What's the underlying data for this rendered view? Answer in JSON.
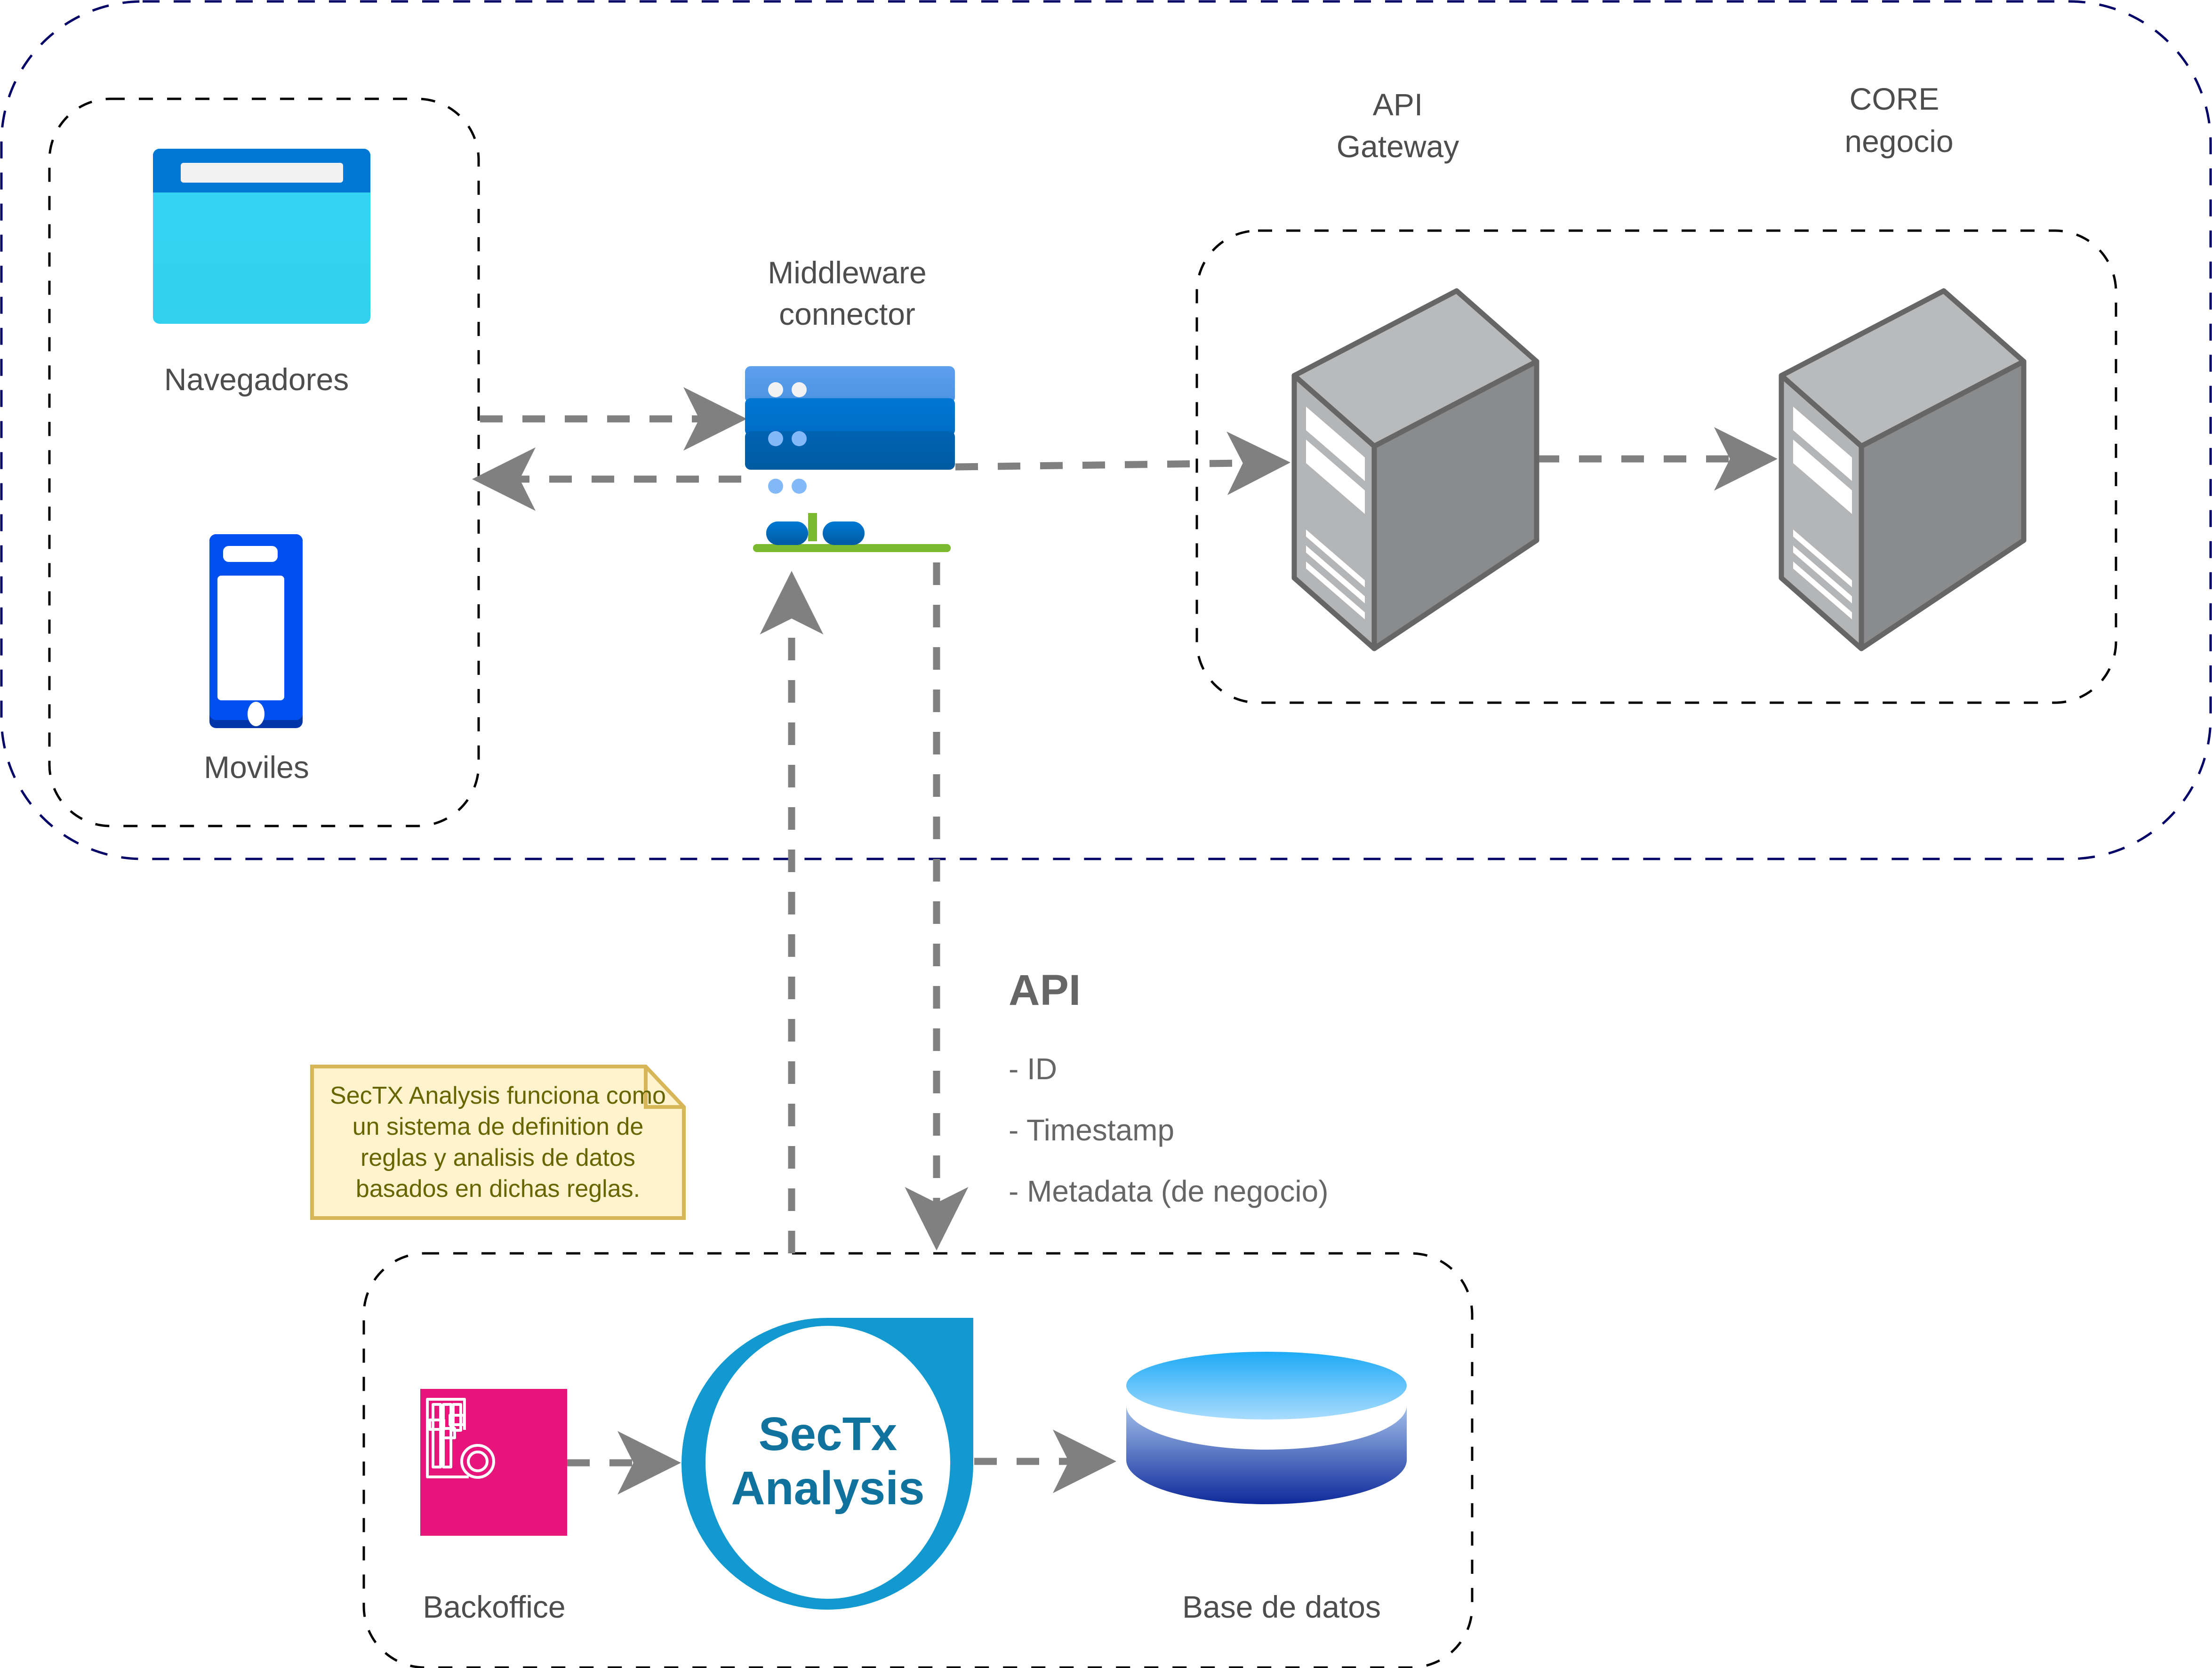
{
  "diagram": {
    "title": "SecTx Analysis architecture",
    "groups": {
      "outer_system": {
        "border_color": "#000066"
      },
      "clients": {
        "border_color": "#000000"
      },
      "backend": {
        "border_color": "#000000"
      },
      "sectx": {
        "border_color": "#000000"
      }
    },
    "nodes": {
      "browsers": {
        "label": "Navegadores",
        "icon": "browser-window-icon"
      },
      "mobiles": {
        "label": "Moviles",
        "icon": "mobile-phone-icon"
      },
      "middleware": {
        "label_line1": "Middleware",
        "label_line2": "connector",
        "icon": "server-network-icon"
      },
      "api_gateway": {
        "label_line1": "API",
        "label_line2": "Gateway",
        "icon": "server-tower-icon"
      },
      "core": {
        "label_line1": "CORE",
        "label_line2": "negocio",
        "icon": "server-tower-icon"
      },
      "backoffice": {
        "label": "Backoffice",
        "icon": "sliders-gear-icon"
      },
      "sectx": {
        "label_line1": "SecTx",
        "label_line2": "Analysis",
        "icon": "sectx-ring-icon"
      },
      "database": {
        "label": "Base de datos",
        "icon": "database-cylinder-icon"
      }
    },
    "api_box": {
      "title": "API",
      "items": [
        "- ID",
        "- Timestamp",
        "- Metadata (de negocio)"
      ]
    },
    "note": {
      "lines": [
        "SecTX Analysis funciona como",
        "un sistema de definition de",
        "reglas y analisis de datos",
        "basados en dichas reglas."
      ],
      "fill": "#fff2cc",
      "border": "#d6b656",
      "text_color": "#666600"
    },
    "edges": [
      {
        "from": "clients",
        "to": "middleware",
        "style": "dashed"
      },
      {
        "from": "middleware",
        "to": "clients",
        "style": "dashed"
      },
      {
        "from": "middleware",
        "to": "api_gateway",
        "style": "dashed"
      },
      {
        "from": "api_gateway",
        "to": "core",
        "style": "dashed"
      },
      {
        "from": "middleware",
        "to": "sectx_group",
        "style": "dashed"
      },
      {
        "from": "sectx_group",
        "to": "middleware",
        "style": "dashed"
      },
      {
        "from": "backoffice",
        "to": "sectx",
        "style": "dashed"
      },
      {
        "from": "sectx",
        "to": "database",
        "style": "dashed"
      }
    ],
    "colors": {
      "edge": "#808080",
      "label": "#4d4d4d",
      "sectx_ring": "#1299d0",
      "sectx_text": "#10739e",
      "backoffice_bg": "#e7157b"
    }
  }
}
